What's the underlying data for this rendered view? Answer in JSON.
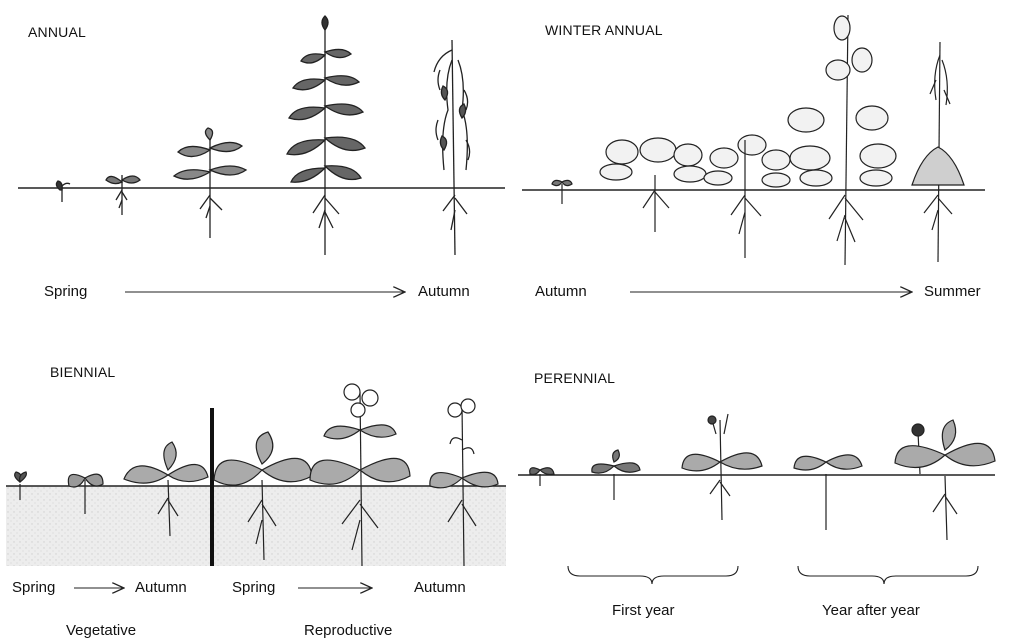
{
  "panels": {
    "annual": {
      "title": "ANNUAL",
      "start": "Spring",
      "end": "Autumn"
    },
    "winter_annual": {
      "title": "WINTER ANNUAL",
      "start": "Autumn",
      "end": "Summer"
    },
    "biennial": {
      "title": "BIENNIAL",
      "first_start": "Spring",
      "first_end": "Autumn",
      "second_start": "Spring",
      "second_end": "Autumn",
      "phase_1": "Vegetative",
      "phase_2": "Reproductive"
    },
    "perennial": {
      "title": "PERENNIAL",
      "period_1": "First year",
      "period_2": "Year after year"
    }
  }
}
